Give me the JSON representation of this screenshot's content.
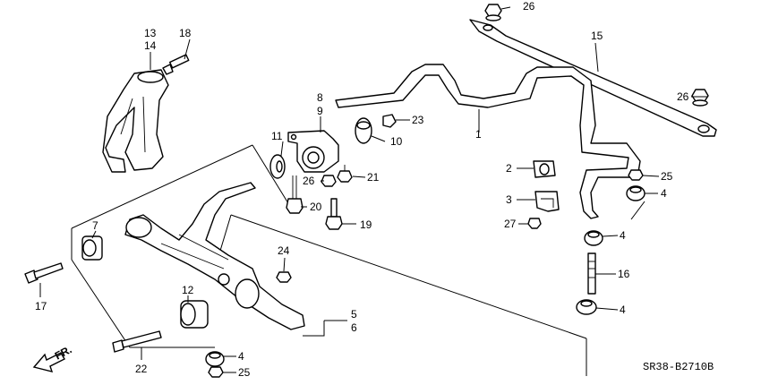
{
  "labels": {
    "p13": "13",
    "p14": "14",
    "p18": "18",
    "p26a": "26",
    "p15": "15",
    "p26b": "26",
    "p8": "8",
    "p9": "9",
    "p23": "23",
    "p10": "10",
    "p1": "1",
    "p11": "11",
    "p26c": "26",
    "p21": "21",
    "p20": "20",
    "p19": "19",
    "p2": "2",
    "p3": "3",
    "p25a": "25",
    "p4a": "4",
    "p27": "27",
    "p4b": "4",
    "p16": "16",
    "p4c": "4",
    "p7": "7",
    "p24": "24",
    "p17": "17",
    "p12": "12",
    "p5": "5",
    "p6": "6",
    "p4d": "4",
    "p25b": "25",
    "p22": "22"
  },
  "front_indicator": "FR.",
  "diagram_code": "SR38-B2710B"
}
